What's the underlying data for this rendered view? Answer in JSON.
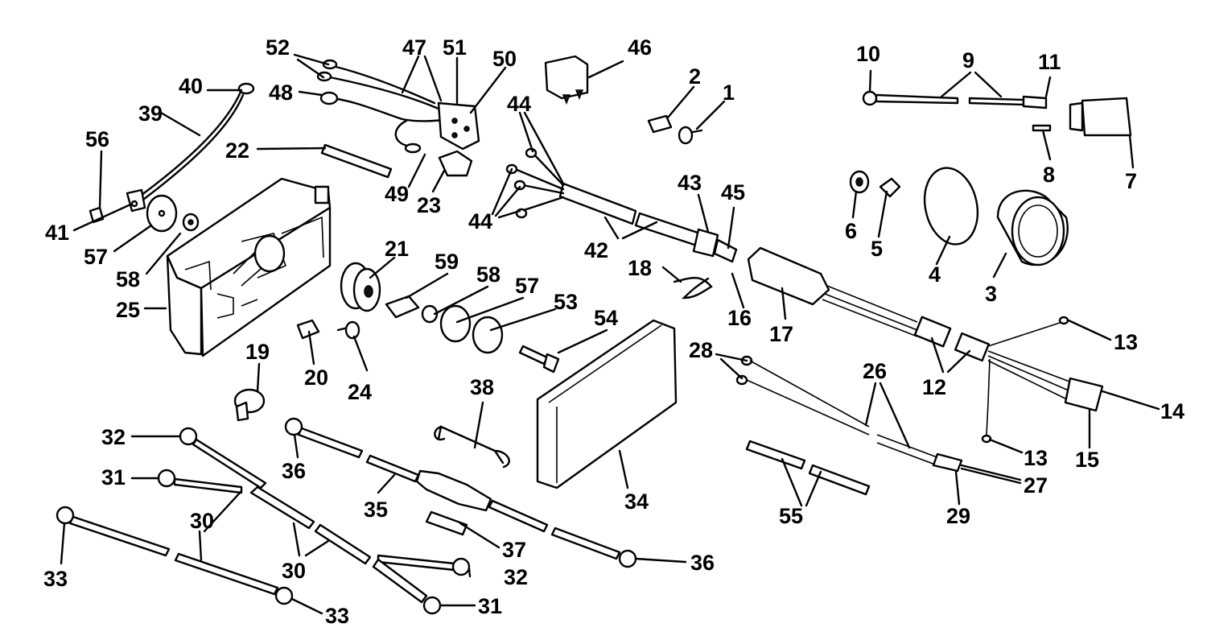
{
  "diagram": {
    "background": "#ffffff",
    "ink": "#000000",
    "callouts": [
      {
        "id": "c52",
        "text": "52"
      },
      {
        "id": "c47",
        "text": "47"
      },
      {
        "id": "c51",
        "text": "51"
      },
      {
        "id": "c50",
        "text": "50"
      },
      {
        "id": "c40",
        "text": "40"
      },
      {
        "id": "c48",
        "text": "48"
      },
      {
        "id": "c39",
        "text": "39"
      },
      {
        "id": "c56",
        "text": "56"
      },
      {
        "id": "c22",
        "text": "22"
      },
      {
        "id": "c49",
        "text": "49"
      },
      {
        "id": "c23",
        "text": "23"
      },
      {
        "id": "c41",
        "text": "41"
      },
      {
        "id": "c57a",
        "text": "57"
      },
      {
        "id": "c58a",
        "text": "58"
      },
      {
        "id": "c25",
        "text": "25"
      },
      {
        "id": "c21",
        "text": "21"
      },
      {
        "id": "c59",
        "text": "59"
      },
      {
        "id": "c58b",
        "text": "58"
      },
      {
        "id": "c57b",
        "text": "57"
      },
      {
        "id": "c53",
        "text": "53"
      },
      {
        "id": "c54",
        "text": "54"
      },
      {
        "id": "c20",
        "text": "20"
      },
      {
        "id": "c24",
        "text": "24"
      },
      {
        "id": "c19",
        "text": "19"
      },
      {
        "id": "c46",
        "text": "46"
      },
      {
        "id": "c2",
        "text": "2"
      },
      {
        "id": "c1",
        "text": "1"
      },
      {
        "id": "c44a",
        "text": "44"
      },
      {
        "id": "c44b",
        "text": "44"
      },
      {
        "id": "c43",
        "text": "43"
      },
      {
        "id": "c45",
        "text": "45"
      },
      {
        "id": "c42",
        "text": "42"
      },
      {
        "id": "c18",
        "text": "18"
      },
      {
        "id": "c16",
        "text": "16"
      },
      {
        "id": "c17",
        "text": "17"
      },
      {
        "id": "c10",
        "text": "10"
      },
      {
        "id": "c9",
        "text": "9"
      },
      {
        "id": "c11",
        "text": "11"
      },
      {
        "id": "c8",
        "text": "8"
      },
      {
        "id": "c7",
        "text": "7"
      },
      {
        "id": "c6",
        "text": "6"
      },
      {
        "id": "c5",
        "text": "5"
      },
      {
        "id": "c4",
        "text": "4"
      },
      {
        "id": "c3",
        "text": "3"
      },
      {
        "id": "c13a",
        "text": "13"
      },
      {
        "id": "c12",
        "text": "12"
      },
      {
        "id": "c14",
        "text": "14"
      },
      {
        "id": "c15",
        "text": "15"
      },
      {
        "id": "c13b",
        "text": "13"
      },
      {
        "id": "c28",
        "text": "28"
      },
      {
        "id": "c26",
        "text": "26"
      },
      {
        "id": "c27",
        "text": "27"
      },
      {
        "id": "c29",
        "text": "29"
      },
      {
        "id": "c55",
        "text": "55"
      },
      {
        "id": "c38",
        "text": "38"
      },
      {
        "id": "c34",
        "text": "34"
      },
      {
        "id": "c32a",
        "text": "32"
      },
      {
        "id": "c36a",
        "text": "36"
      },
      {
        "id": "c31a",
        "text": "31"
      },
      {
        "id": "c30a",
        "text": "30"
      },
      {
        "id": "c35",
        "text": "35"
      },
      {
        "id": "c33a",
        "text": "33"
      },
      {
        "id": "c30b",
        "text": "30"
      },
      {
        "id": "c37",
        "text": "37"
      },
      {
        "id": "c36b",
        "text": "36"
      },
      {
        "id": "c32b",
        "text": "32"
      },
      {
        "id": "c33b",
        "text": "33"
      },
      {
        "id": "c31b",
        "text": "31"
      }
    ]
  }
}
